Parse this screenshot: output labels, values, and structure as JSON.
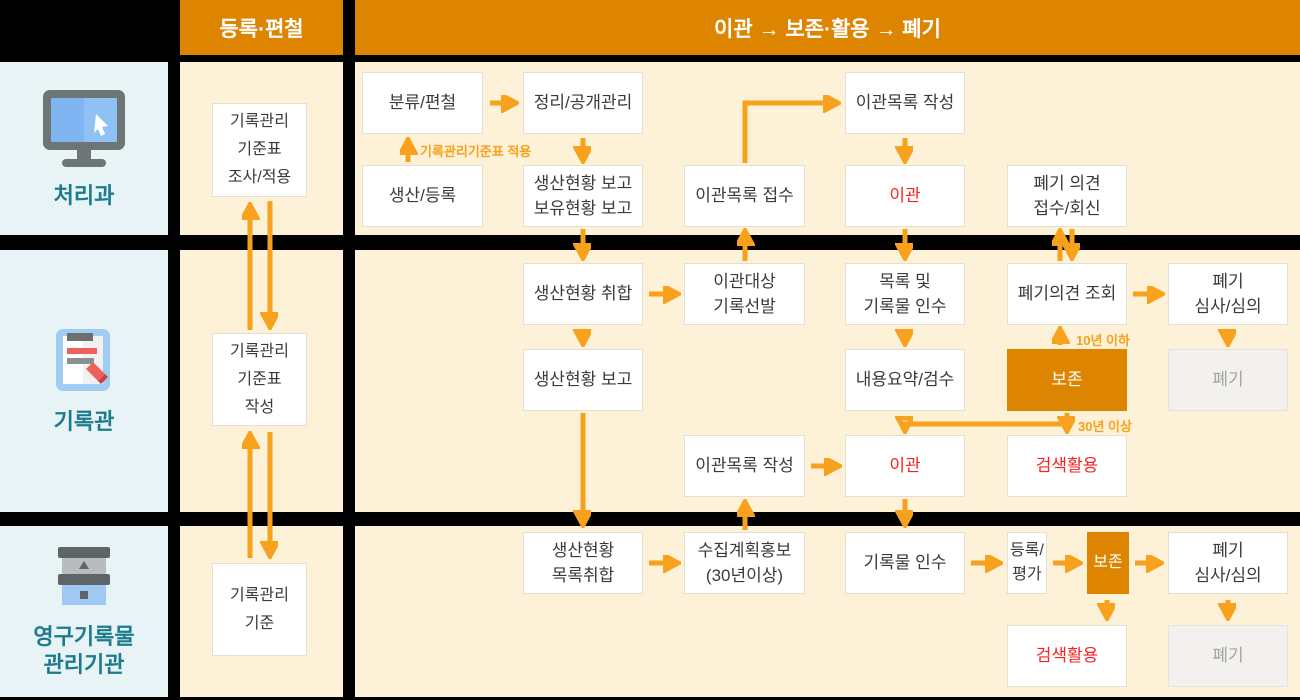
{
  "colors": {
    "accent-orange": "#dd8500",
    "cream": "#fdf2d8",
    "lane-blue": "#e7f3f5",
    "teal": "#1d7b8e",
    "arrow": "#f7a11c",
    "red": "#f92222",
    "gray-box-bg": "#f2f1ee",
    "gray-box-text": "#a7a5a2"
  },
  "header": {
    "stage1": "등록·편철",
    "stage2": "이관 → 보존·활용 → 폐기"
  },
  "lanes": [
    {
      "label": "처리과",
      "icon": "monitor-icon"
    },
    {
      "label": "기록관",
      "icon": "clipboard-icon"
    },
    {
      "label": "영구기록물\n관리기관",
      "icon": "archive-box-icon"
    }
  ],
  "boxes": {
    "row1": {
      "standard_survey": "기록관리\n기준표\n조사/적용",
      "classify": "분류/편철",
      "organize": "정리/공개관리",
      "produce": "생산/등록",
      "report": "생산현황 보고\n보유현황 보고",
      "transfer_list_receive": "이관목록 접수",
      "transfer_list_write": "이관목록 작성",
      "transfer": "이관",
      "disposal_opinion": "폐기 의견\n접수/회신"
    },
    "row2": {
      "standard_write": "기록관리\n기준표\n작성",
      "status_collect": "생산현황 취합",
      "target_select": "이관대상\n기록선발",
      "status_report": "생산현황 보고",
      "list_receive": "목록 및\n기록물 인수",
      "summary_check": "내용요약/검수",
      "disposal_review": "폐기의견 조회",
      "disposal_judge": "폐기\n심사/심의",
      "preserve": "보존",
      "dispose": "폐기",
      "transfer_list_write": "이관목록 작성",
      "transfer": "이관",
      "search_use": "검색활용"
    },
    "row3": {
      "standard": "기록관리\n기준",
      "list_collect": "생산현황\n목록취합",
      "collect_plan": "수집계획홍보\n(30년이상)",
      "records_receive": "기록물 인수",
      "register_eval": "등록/\n평가",
      "preserve": "보존",
      "disposal_judge": "폐기\n심사/심의",
      "search_use": "검색활용",
      "dispose": "폐기"
    }
  },
  "annotations": {
    "apply_standard": "기록관리기준표 적용",
    "under_10y": "10년 이하",
    "over_30y": "30년 이상"
  }
}
